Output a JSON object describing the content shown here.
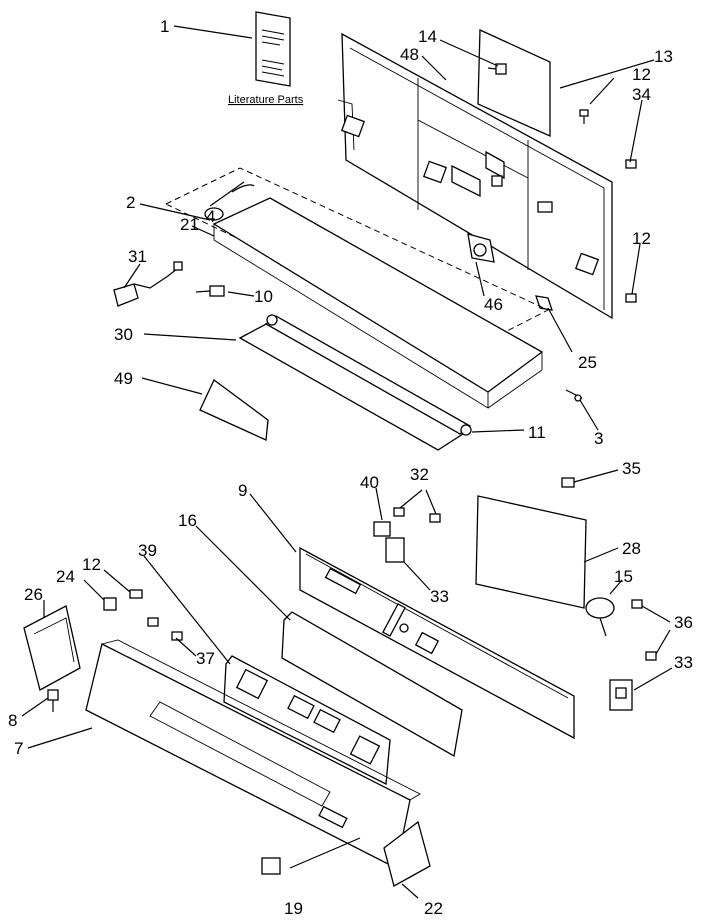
{
  "literature_caption": "Literature Parts",
  "callouts": [
    {
      "id": "c1",
      "text": "1"
    },
    {
      "id": "c14",
      "text": "14"
    },
    {
      "id": "c48",
      "text": "48"
    },
    {
      "id": "c13",
      "text": "13"
    },
    {
      "id": "c12a",
      "text": "12"
    },
    {
      "id": "c34",
      "text": "34"
    },
    {
      "id": "c2",
      "text": "2"
    },
    {
      "id": "c4",
      "text": "4"
    },
    {
      "id": "c21",
      "text": "21"
    },
    {
      "id": "c12b",
      "text": "12"
    },
    {
      "id": "c31",
      "text": "31"
    },
    {
      "id": "c10",
      "text": "10"
    },
    {
      "id": "c46",
      "text": "46"
    },
    {
      "id": "c30",
      "text": "30"
    },
    {
      "id": "c25",
      "text": "25"
    },
    {
      "id": "c49",
      "text": "49"
    },
    {
      "id": "c11",
      "text": "11"
    },
    {
      "id": "c3",
      "text": "3"
    },
    {
      "id": "c35",
      "text": "35"
    },
    {
      "id": "c40",
      "text": "40"
    },
    {
      "id": "c32",
      "text": "32"
    },
    {
      "id": "c9",
      "text": "9"
    },
    {
      "id": "c16",
      "text": "16"
    },
    {
      "id": "c39",
      "text": "39"
    },
    {
      "id": "c28",
      "text": "28"
    },
    {
      "id": "c33a",
      "text": "33"
    },
    {
      "id": "c15",
      "text": "15"
    },
    {
      "id": "c26",
      "text": "26"
    },
    {
      "id": "c24",
      "text": "24"
    },
    {
      "id": "c12c",
      "text": "12"
    },
    {
      "id": "c36",
      "text": "36"
    },
    {
      "id": "c37",
      "text": "37"
    },
    {
      "id": "c33b",
      "text": "33"
    },
    {
      "id": "c8",
      "text": "8"
    },
    {
      "id": "c7",
      "text": "7"
    },
    {
      "id": "c19",
      "text": "19"
    },
    {
      "id": "c22",
      "text": "22"
    }
  ]
}
